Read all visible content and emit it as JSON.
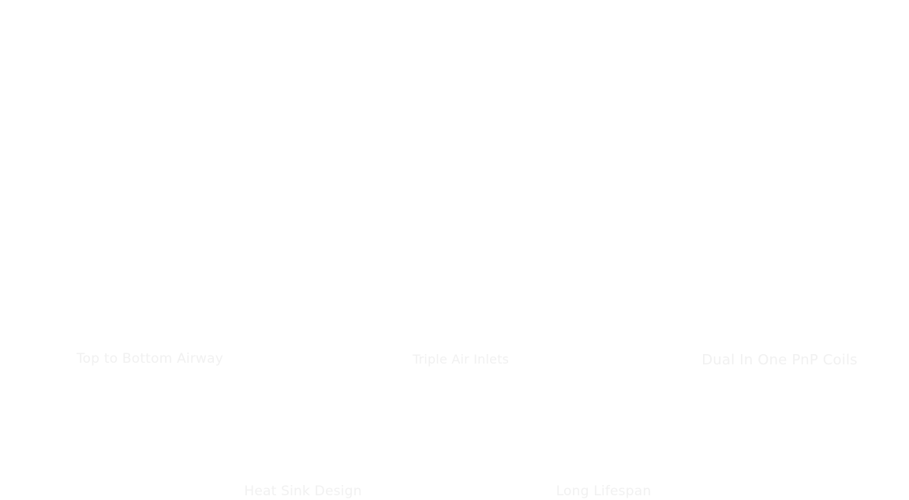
{
  "page": {
    "background": "#ffffff",
    "label_color": "#f1f1f1"
  },
  "features": [
    {
      "label": "Top to Bottom Airway"
    },
    {
      "label": "Triple Air Inlets"
    },
    {
      "label": "Dual In One PnP Coils"
    },
    {
      "label": "Heat Sink Design"
    },
    {
      "label": "Long Lifespan"
    }
  ]
}
